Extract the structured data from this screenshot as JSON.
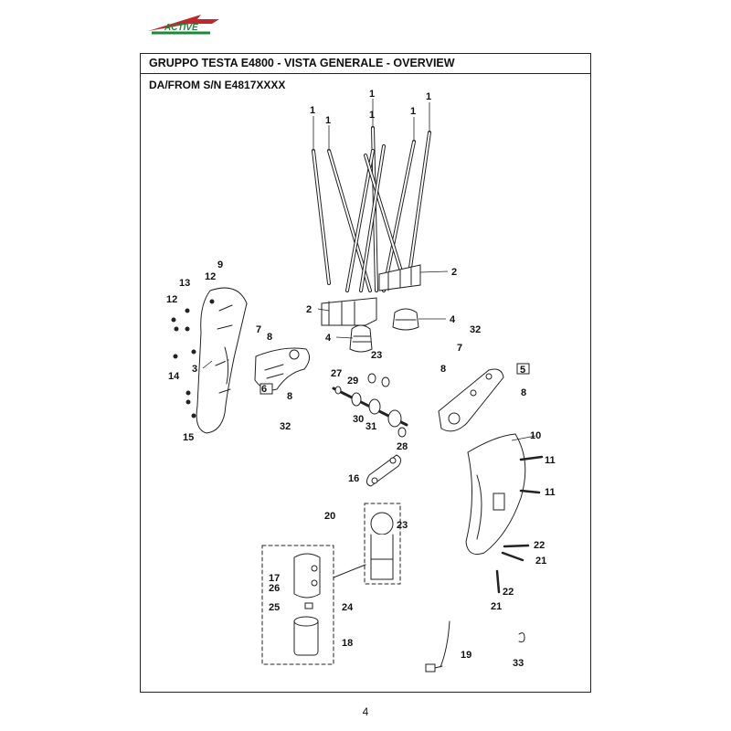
{
  "logo": {
    "text": "ACTIVE"
  },
  "header": {
    "title": "GRUPPO TESTA E4800 - VISTA GENERALE - OVERVIEW",
    "subtitle": "DA/FROM S/N E4817XXXX"
  },
  "callouts": {
    "c1a": "1",
    "c1b": "1",
    "c1c": "1",
    "c1d": "1",
    "c1e": "1",
    "c1f": "1",
    "c2a": "2",
    "c2b": "2",
    "c3": "3",
    "c4a": "4",
    "c4b": "4",
    "c5": "5",
    "c6": "6",
    "c7a": "7",
    "c7b": "7",
    "c8a": "8",
    "c8b": "8",
    "c8c": "8",
    "c8d": "8",
    "c9": "9",
    "c10": "10",
    "c11a": "11",
    "c11b": "11",
    "c12a": "12",
    "c12b": "12",
    "c13": "13",
    "c14": "14",
    "c15": "15",
    "c16": "16",
    "c17": "17",
    "c18": "18",
    "c19": "19",
    "c20": "20",
    "c21a": "21",
    "c21b": "21",
    "c22a": "22",
    "c22b": "22",
    "c23a": "23",
    "c23b": "23",
    "c24": "24",
    "c25": "25",
    "c26": "26",
    "c27": "27",
    "c28": "28",
    "c29": "29",
    "c30": "30",
    "c31": "31",
    "c32a": "32",
    "c32b": "32",
    "c33": "33"
  },
  "page_number": "4"
}
